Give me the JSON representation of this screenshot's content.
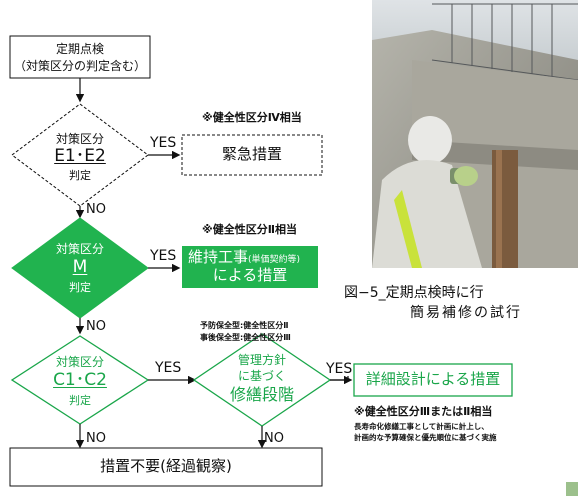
{
  "flow": {
    "start_box": {
      "line1": "定期点検",
      "line2": "（対策区分の判定含む）"
    },
    "diamond_e": {
      "head": "対策区分",
      "code": "E1･E2",
      "tail": "判定"
    },
    "diamond_m": {
      "head": "対策区分",
      "code": "M",
      "tail": "判定"
    },
    "diamond_c": {
      "head": "対策区分",
      "code": "C1･C2",
      "tail": "判定"
    },
    "diamond_policy": {
      "line1": "管理方針",
      "line2": "に基づく",
      "line3": "修繕段階"
    },
    "yes_label": "YES",
    "no_label": "NO",
    "emergency": {
      "note": "※健全性区分Ⅳ相当",
      "text": "緊急措置"
    },
    "maintenance": {
      "note": "※健全性区分Ⅱ相当",
      "main": "維持工事",
      "sub": "(単価契約等)",
      "line2": "による措置"
    },
    "preventive_note": {
      "line1": "予防保全型:健全性区分Ⅱ",
      "line2": "事後保全型:健全性区分Ⅲ"
    },
    "detail_design": {
      "text": "詳細設計による措置",
      "note": "※健全性区分ⅢまたはⅡ相当",
      "desc1": "長寿命化修繕工事として計画に計上し、",
      "desc2": "計画的な予算確保と優先順位に基づく実施"
    },
    "end_box": "措置不要(経過観察)"
  },
  "photo_caption": {
    "line1": "図−5_定期点検時に行",
    "line2": "簡易補修の試行"
  },
  "colors": {
    "green": "#1aa64a",
    "green_fill": "#21b34f",
    "text": "#111111"
  }
}
